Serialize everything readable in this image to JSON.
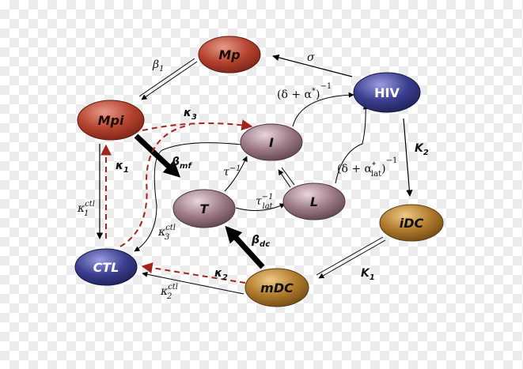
{
  "nodes": {
    "mp": {
      "label": "Mp",
      "color": "#b5432f"
    },
    "mpi": {
      "label": "Mpi",
      "color": "#b5432f"
    },
    "hiv": {
      "label": "HIV",
      "color": "#3b3f8f"
    },
    "i": {
      "label": "I",
      "color": "#9c7a86"
    },
    "t": {
      "label": "T",
      "color": "#9c7a86"
    },
    "l": {
      "label": "L",
      "color": "#9c7a86"
    },
    "idc": {
      "label": "iDC",
      "color": "#b07a2c"
    },
    "ctl": {
      "label": "CTL",
      "color": "#3b3f8f"
    },
    "mdc": {
      "label": "mDC",
      "color": "#b07a2c"
    }
  },
  "edge_labels": {
    "beta1": {
      "base": "β",
      "sub": "1"
    },
    "sigma": {
      "base": "σ"
    },
    "kappa3": {
      "base": "κ",
      "sub": "3"
    },
    "delta_alpha": {
      "text": "(δ + α",
      "sup": "*",
      "close": ")",
      "exp": "−1"
    },
    "kappa2_hiv": {
      "base": "K",
      "sub": "2"
    },
    "kappa1_top": {
      "base": "κ",
      "sub": "1"
    },
    "beta_mf": {
      "base": "β",
      "sub": "mf"
    },
    "tau_inv": {
      "base": "τ",
      "sup": "−1"
    },
    "kappa1_ctl": {
      "base": "κ",
      "sub": "1",
      "sup": "ctl"
    },
    "tau_lat": {
      "base": "τ",
      "sub": "lat",
      "sup": "−1"
    },
    "delta_alpha_lat": {
      "text": "(δ + α",
      "sup": "*",
      "sub": "lat",
      "close": ")",
      "exp": "−1"
    },
    "kappa3_ctl": {
      "base": "κ",
      "sub": "3",
      "sup": "ctl"
    },
    "beta_dc": {
      "base": "β",
      "sub": "dc"
    },
    "kappa2_mdc": {
      "base": "κ",
      "sub": "2"
    },
    "kappa1_idc": {
      "base": "K",
      "sub": "1"
    },
    "kappa2_ctl": {
      "base": "κ",
      "sub": "2",
      "sup": "ctl"
    }
  },
  "colors": {
    "edge": "#000000",
    "dashed": "#a3231f",
    "highlight": "#ffffff"
  }
}
